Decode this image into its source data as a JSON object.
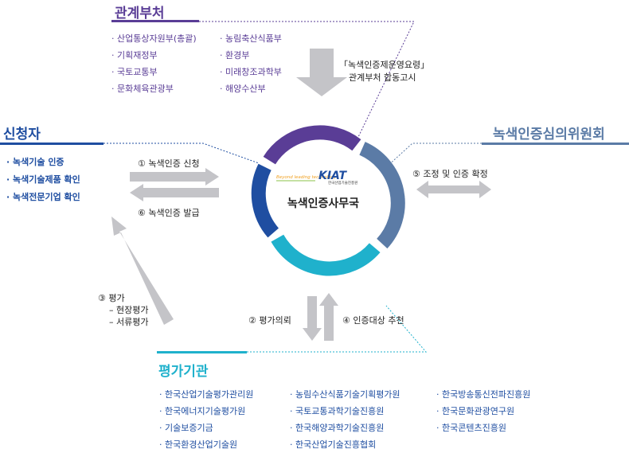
{
  "colors": {
    "purple": "#5a3d96",
    "blue": "#1f4ea1",
    "slate": "#5b7ba6",
    "cyan": "#1fb1cc",
    "arrow": "#c4c4c8"
  },
  "gov": {
    "title": "관계부처",
    "left": [
      "· 산업통상자원부(총괄)",
      "· 기획재정부",
      "· 국토교통부",
      "· 문화체육관광부"
    ],
    "right": [
      "· 농림축산식품부",
      "· 환경부",
      "· 미래창조과학부",
      "· 해양수산부"
    ],
    "notice_line1": "「녹색인증제운영요령」",
    "notice_line2": "관계부처 합동고시"
  },
  "applicant": {
    "title": "신청자",
    "items": [
      "· 녹색기술 인증",
      "· 녹색기술제품 확인",
      "· 녹색전문기업 확인"
    ]
  },
  "committee": {
    "title": "녹색인증심의위원회"
  },
  "center": {
    "name": "녹색인증사무국",
    "logo_text": "KIAT",
    "logo_sub": "한국산업기술진흥원",
    "logo_tag": "Beyond leading technology"
  },
  "steps": {
    "s1": "① 녹색인증 신청",
    "s6": "⑥ 녹색인증 발급",
    "s5": "⑤ 조정 및 인증 확정",
    "s2": "② 평가의뢰",
    "s4": "④ 인증대상 추천",
    "s3_title": "③ 평가",
    "s3_a": "– 현장평가",
    "s3_b": "– 서류평가"
  },
  "evaluators": {
    "title": "평가기관",
    "col1": [
      "· 한국산업기술평가관리원",
      "· 한국에너지기술평가원",
      "· 기술보증기금",
      "· 한국환경산업기술원"
    ],
    "col2": [
      "· 농림수산식품기술기획평가원",
      "· 국토교통과학기술진흥원",
      "· 한국해양과학기술진흥원",
      "· 한국산업기술진흥협회"
    ],
    "col3": [
      "· 한국방송통신전파진흥원",
      "· 한국문화관광연구원",
      "· 한국콘텐츠진흥원"
    ]
  }
}
